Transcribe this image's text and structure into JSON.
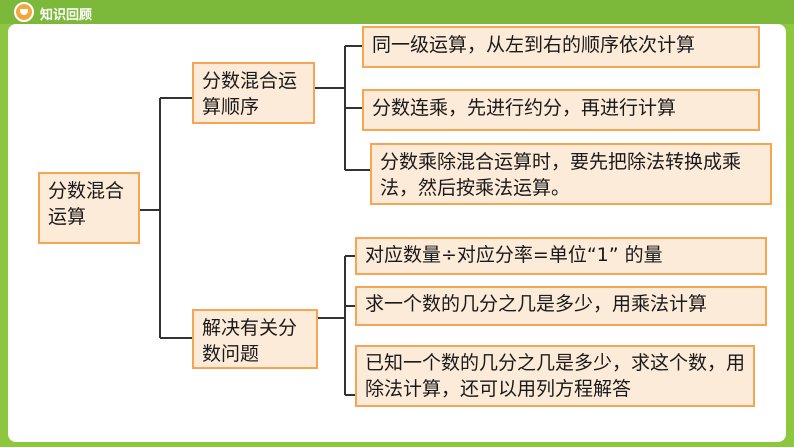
{
  "header": {
    "title": "知识回顾"
  },
  "colors": {
    "background": "#8dc63f",
    "node_fill": "#fdebd9",
    "node_border": "#f6a552",
    "connector": "#333333"
  },
  "diagram": {
    "root": "分数混合运算",
    "branch1": {
      "label": "分数混合运算顺序",
      "items": [
        "同一级运算，从左到右的顺序依次计算",
        "分数连乘，先进行约分，再进行计算",
        "分数乘除混合运算时，要先把除法转换成乘法，然后按乘法运算。"
      ]
    },
    "branch2": {
      "label": "解决有关分数问题",
      "items": [
        "对应数量÷对应分率=单位“1” 的量",
        "求一个数的几分之几是多少，用乘法计算",
        "已知一个数的几分之几是多少，求这个数，用除法计算，还可以用列方程解答"
      ]
    }
  }
}
